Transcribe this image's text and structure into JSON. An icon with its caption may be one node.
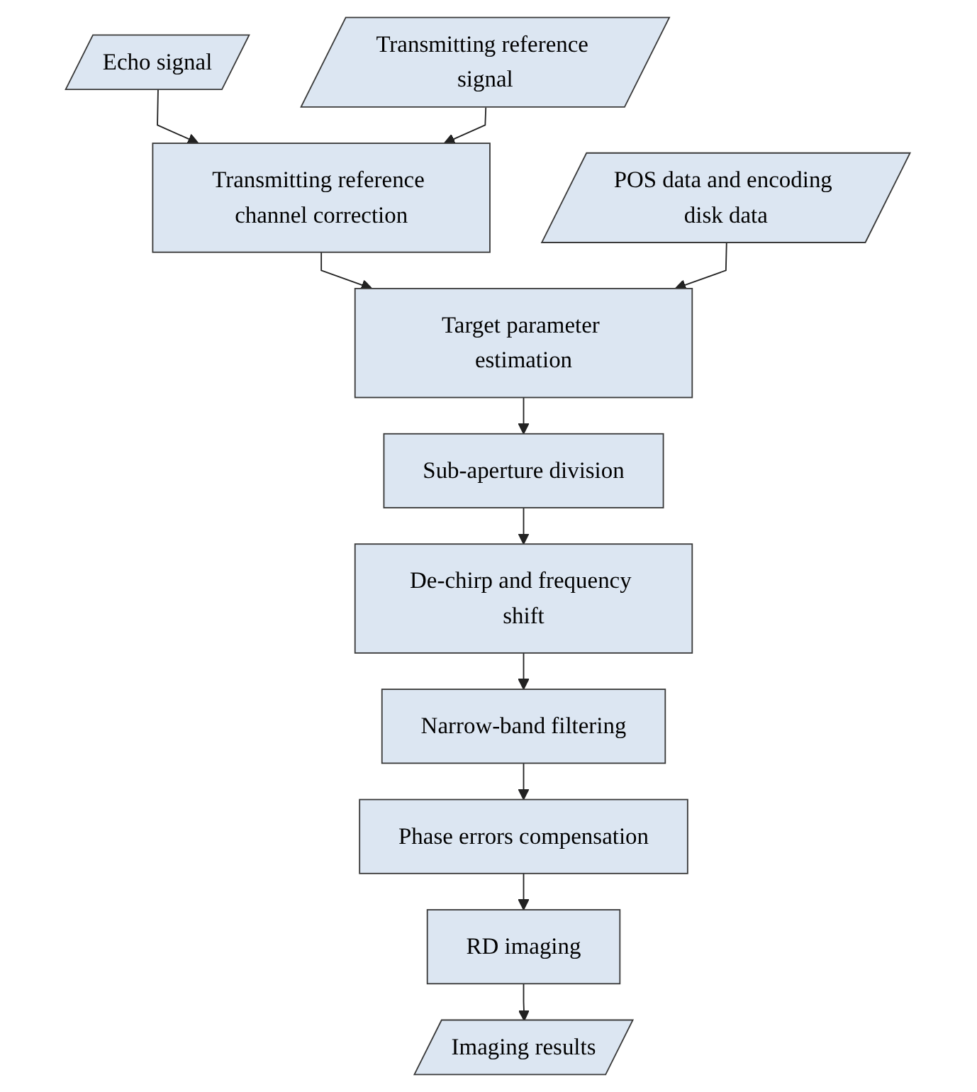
{
  "diagram": {
    "nodes": [
      {
        "text": [
          "Echo signal"
        ]
      },
      {
        "text": [
          "Transmitting reference signal"
        ]
      },
      {
        "text": [
          "Transmitting reference channel correction"
        ]
      },
      {
        "text": [
          "Target parameter estimation"
        ]
      },
      {
        "text": [
          "Sub-aperture division"
        ]
      },
      {
        "text": [
          "De-chirp and frequency shift"
        ]
      },
      {
        "text": [
          "Narrow-band filtering"
        ]
      },
      {
        "text": [
          "Phase errors compensation"
        ]
      },
      {
        "text": [
          "RD imaging"
        ]
      },
      {
        "text": [
          "Imaging results"
        ]
      },
      {
        "text": [
          "POS data and encoding disk data"
        ]
      }
    ],
    "edges": [
      {
        "from": 0,
        "to": 2,
        "arrow": "to"
      },
      {
        "from": 1,
        "to": 2,
        "arrow": "to"
      },
      {
        "from": 2,
        "to": 3,
        "arrow": "to"
      },
      {
        "from": 10,
        "to": 3,
        "arrow": "to"
      },
      {
        "from": 3,
        "to": 4,
        "arrow": "to"
      },
      {
        "from": 4,
        "to": 5,
        "arrow": "to"
      },
      {
        "from": 5,
        "to": 6,
        "arrow": "to"
      },
      {
        "from": 6,
        "to": 7,
        "arrow": "to"
      },
      {
        "from": 7,
        "to": 8,
        "arrow": "to"
      },
      {
        "from": 8,
        "to": 9,
        "arrow": "to"
      }
    ]
  }
}
